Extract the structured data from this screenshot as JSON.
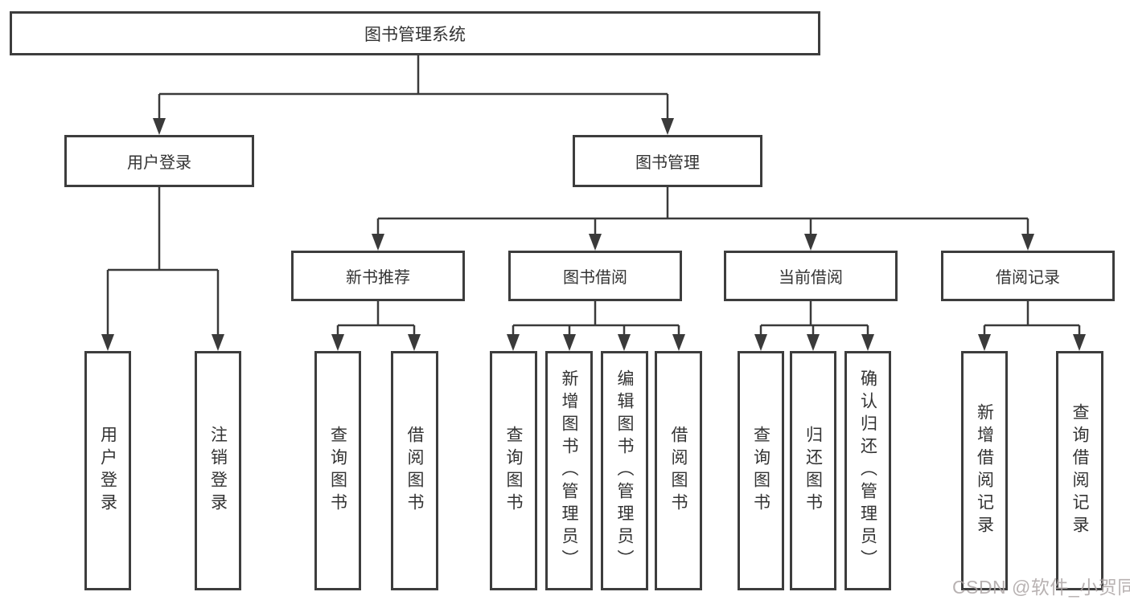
{
  "diagram": {
    "title": "图书管理系统",
    "colors": {
      "line": "#3a3a3a",
      "box_border": "#3d3d3d",
      "text": "#333333",
      "background": "#ffffff",
      "watermark_text_color": "#aca4a4"
    },
    "nodes": {
      "root": {
        "label": "图书管理系统"
      },
      "login": {
        "label": "用户登录"
      },
      "bookmgmt": {
        "label": "图书管理"
      },
      "newbook": {
        "label": "新书推荐"
      },
      "borrow": {
        "label": "图书借阅"
      },
      "current": {
        "label": "当前借阅"
      },
      "records": {
        "label": "借阅记录"
      },
      "login_user": {
        "label": "用户登录"
      },
      "logout": {
        "label": "注销登录"
      },
      "nb_query": {
        "label": "查询图书"
      },
      "nb_borrow": {
        "label": "借阅图书"
      },
      "bb_query": {
        "label": "查询图书"
      },
      "bb_add": {
        "label": "新增图书（管理员）"
      },
      "bb_edit": {
        "label": "编辑图书（管理员）"
      },
      "bb_borrow": {
        "label": "借阅图书"
      },
      "cb_query": {
        "label": "查询图书"
      },
      "cb_return": {
        "label": "归还图书"
      },
      "cb_confirm": {
        "label": "确认归还（管理员）"
      },
      "br_add": {
        "label": "新增借阅记录"
      },
      "br_query": {
        "label": "查询借阅记录"
      }
    },
    "edges": [
      [
        "root",
        "login"
      ],
      [
        "root",
        "bookmgmt"
      ],
      [
        "login",
        "login_user"
      ],
      [
        "login",
        "logout"
      ],
      [
        "bookmgmt",
        "newbook"
      ],
      [
        "bookmgmt",
        "borrow"
      ],
      [
        "bookmgmt",
        "current"
      ],
      [
        "bookmgmt",
        "records"
      ],
      [
        "newbook",
        "nb_query"
      ],
      [
        "newbook",
        "nb_borrow"
      ],
      [
        "borrow",
        "bb_query"
      ],
      [
        "borrow",
        "bb_add"
      ],
      [
        "borrow",
        "bb_edit"
      ],
      [
        "borrow",
        "bb_borrow"
      ],
      [
        "current",
        "cb_query"
      ],
      [
        "current",
        "cb_return"
      ],
      [
        "current",
        "cb_confirm"
      ],
      [
        "records",
        "br_add"
      ],
      [
        "records",
        "br_query"
      ]
    ],
    "watermark": "CSDN @软件_小贺同学"
  }
}
